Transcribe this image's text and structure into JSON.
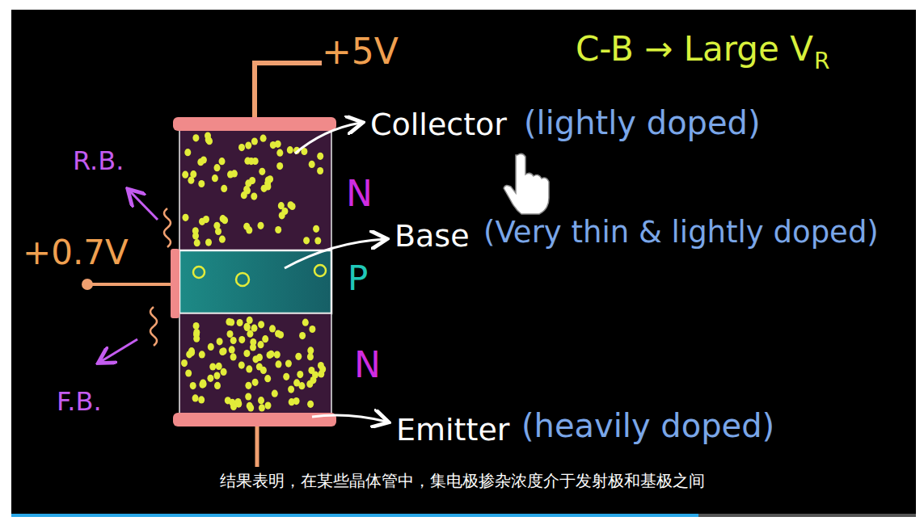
{
  "diagram": {
    "caption": "结果表明，在某些晶体管中，集电极掺杂浓度介于发射极和基极之间",
    "labels": [
      "+5V",
      "C-B → Large V",
      "R",
      "Collector",
      "(lightly doped)",
      "R.B.",
      "N",
      "+0.7V",
      "Base",
      "(Very thin & lightly doped)",
      "P",
      "F.B.",
      "N",
      "Emitter",
      "(heavily doped)"
    ]
  }
}
